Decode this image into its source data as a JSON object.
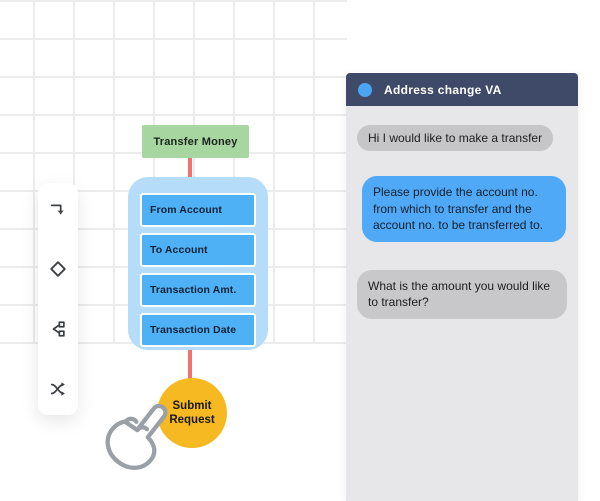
{
  "flow_builder": {
    "toolbar": {
      "icons": [
        {
          "name": "corner-arrow-icon"
        },
        {
          "name": "diamond-icon"
        },
        {
          "name": "branch-icon"
        },
        {
          "name": "shuffle-icon"
        }
      ]
    },
    "start_node": {
      "label": "Transfer Money",
      "color": "#a7d6a1"
    },
    "field_group": {
      "color": "#b5dcf8",
      "field_color": "#4fb1f5",
      "fields": [
        "From Account",
        "To Account",
        "Transaction Amt.",
        "Transaction Date"
      ]
    },
    "submit_node": {
      "line1": "Submit",
      "line2": "Request",
      "color": "#f6b921"
    },
    "connector_color": "#f0716d"
  },
  "chat_panel": {
    "header": {
      "title": "Address change VA",
      "bg_color": "#3e4a68",
      "dot_color": "#4aa6f3"
    },
    "messages": [
      {
        "sender": "user",
        "style": "gray",
        "text": "Hi I would like to make a transfer"
      },
      {
        "sender": "assistant",
        "style": "blue",
        "text": "Please provide the account  no. from which to transfer and the account no. to be transferred to."
      },
      {
        "sender": "user",
        "style": "gray",
        "text": "What is the amount you would like to transfer?"
      }
    ],
    "colors": {
      "panel_bg": "#e7e7e9",
      "gray_bubble": "#c6c6c8",
      "blue_bubble": "#50a9f6"
    }
  }
}
